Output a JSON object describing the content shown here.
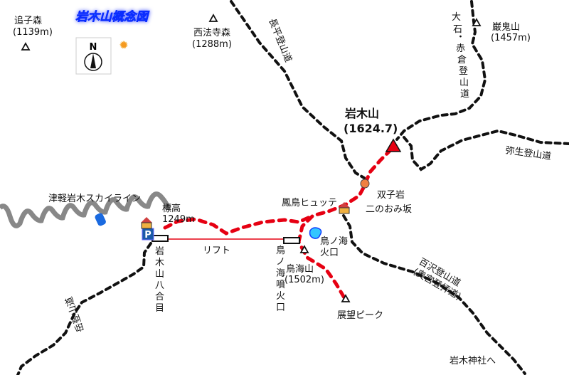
{
  "title": "岩木山概念図",
  "compass": "N",
  "peaks": {
    "oikomori": {
      "name": "追子森",
      "elev": "(1139m)"
    },
    "saihoji": {
      "name": "西法寺森",
      "elev": "(1288m)"
    },
    "ganki": {
      "name": "巌鬼山",
      "elev": "(1457m)"
    },
    "iwaki": {
      "name": "岩木山",
      "elev": "(1624.7)"
    },
    "chokai": {
      "name": "鳥海山",
      "elev": "(1502m)"
    },
    "tenbou": {
      "name": "展望ピーク"
    }
  },
  "trails": {
    "nagahira": "長平登山道",
    "oishi": [
      "大",
      "石",
      "・",
      "赤",
      "倉",
      "登",
      "山",
      "道"
    ],
    "yayoi": "弥生登山道",
    "hyakuzawa": "百沢登山道",
    "okumiya": "(奥宮登拝道)",
    "takeoka": "岳登山道"
  },
  "places": {
    "futagoiwa": "双子岩",
    "ninoomisaka": "二のおみ坂",
    "hutte": "鳳鳥ヒュッテ",
    "crater": [
      "鳥ノ海",
      "火口"
    ],
    "funkako": [
      "鳥",
      "ノ",
      "海",
      "噴",
      "火",
      "口"
    ],
    "skyline": "津軽岩木スカイライン",
    "elevation_label": "標高",
    "elevation_value": "1249m",
    "hachigome": [
      "岩",
      "木",
      "山",
      "八",
      "合",
      "目"
    ],
    "lift": "リフト",
    "shrine": "岩木神社へ",
    "parking": "P"
  },
  "colors": {
    "route": "#e60012",
    "summit": "#e60012",
    "futago": "#f08040",
    "lift": "#e60012",
    "road": "#888888",
    "pond": "#33c6ff"
  }
}
